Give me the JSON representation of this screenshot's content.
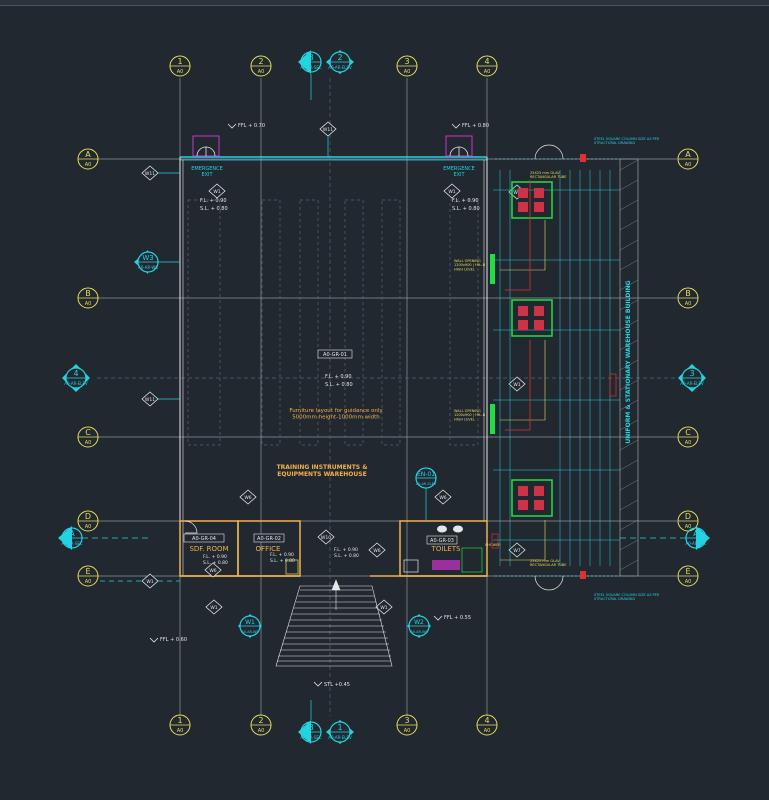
{
  "colors": {
    "background": "#212830",
    "grid": "#8f959b",
    "wall": "#e6e6e6",
    "cyan": "#22d3e0",
    "yellow": "#e8dc5a",
    "orange": "#f0b050",
    "green": "#22dd44",
    "magenta": "#cc33cc",
    "red": "#e03030",
    "dim": "#5a6470"
  },
  "grid_columns": [
    {
      "number": "1",
      "ref": "A0"
    },
    {
      "number": "2",
      "ref": "A0"
    },
    {
      "number": "3",
      "ref": "A0"
    },
    {
      "number": "4",
      "ref": "A0"
    }
  ],
  "grid_rows": [
    {
      "letter": "A",
      "ref": "A0"
    },
    {
      "letter": "B",
      "ref": "A0"
    },
    {
      "letter": "C",
      "ref": "A0"
    },
    {
      "letter": "D",
      "ref": "A0"
    },
    {
      "letter": "E",
      "ref": "A0"
    }
  ],
  "section_markers": {
    "top_b": {
      "letter": "B",
      "ref": "A0-AR-SEC"
    },
    "top_2": {
      "number": "2",
      "ref": "A0-AR-ELEV"
    },
    "bottom_b": {
      "letter": "B",
      "ref": "A0-AR-SEC"
    },
    "bottom_1": {
      "number": "1",
      "ref": "A0-AR-ELEV"
    },
    "left_a": {
      "letter": "A",
      "ref": "A0-AR-SEC"
    },
    "right_a": {
      "letter": "A",
      "ref": "A0-AR-SEC"
    },
    "left_4": {
      "number": "4",
      "ref": "A0-AR-ELEV"
    },
    "right_3": {
      "number": "3",
      "ref": "A0-AR-ELEV"
    }
  },
  "wall_markers": {
    "w3": {
      "label": "W3",
      "ref": "A0-AR-WS"
    },
    "w1_bottom": {
      "label": "W1",
      "ref": "A0-AR-WS"
    },
    "w2": {
      "label": "W2",
      "ref": "A0-AR-WS"
    },
    "w1": "W1",
    "w6": "W6",
    "w7": "W7",
    "w10": "W10",
    "w11": "W11"
  },
  "levels": {
    "ffl_070": "FFL + 0.70",
    "ffl_080": "FFL + 0.80",
    "ffl_060": "FFL + 0.60",
    "ffl_055": "FFL + 0.55",
    "fl_090": "F.L. + 0.90",
    "sl_080": "S.L. + 0.80",
    "stl_045": "STL +0.45"
  },
  "labels": {
    "emergency_exit": "EMERGENCE\nEXIT",
    "room_tag_main": "A0-GR-01",
    "furniture_note": "Furniture layout for guidance only\n5000mm height-1000mm width",
    "warehouse_name": "TRAINING INSTRUMENTS &\nEQUIPMENTS WAREHOUSE",
    "room_tag_04": "A0-GR-04",
    "room_tag_02": "A0-GR-02",
    "room_tag_03": "A0-GR-03",
    "room_sdf": "SDF. ROOM",
    "room_office": "OFFICE",
    "room_toilets": "TOILETS",
    "en_tag": "EN-01",
    "en_ref": "A0-AR-ELEV",
    "side_building": "UNIFORM & STATIONARY WAREHOUSE BUILDING",
    "steel_column_top": "STEEL SQUARE COLUMN SIZE AS PER\nSTRUCTURAL DRAWING",
    "steel_column_bottom": "STEEL SQUARE COLUMN SIZE AS PER\nSTRUCTURAL DRAWING",
    "rect_tube_top": "25X25 mm GLAV\nRECTANGULAR TUBE",
    "rect_tube_bottom": "25X25 mm GLAV\nRECTANGULAR TUBE",
    "wall_opening_1": "WALL OPENING\n1200x900 | Htt.-B\nHIGH LEVEL",
    "wall_opening_2": "WALL OPENING\n1200x900 | Htt.-B\nHIGH LEVEL",
    "shower": "SHOWER"
  }
}
